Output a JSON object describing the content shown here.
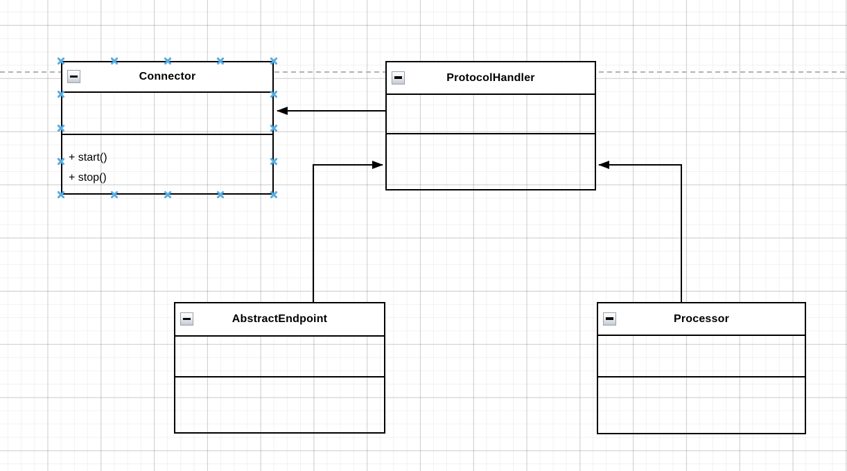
{
  "diagram": {
    "classes": {
      "connector": {
        "title": "Connector",
        "attributes": [],
        "methods": [
          "+ start()",
          "+ stop()"
        ],
        "selected": true
      },
      "protocol_handler": {
        "title": "ProtocolHandler",
        "attributes": [],
        "methods": [],
        "selected": false
      },
      "abstract_endpoint": {
        "title": "AbstractEndpoint",
        "attributes": [],
        "methods": [],
        "selected": false
      },
      "processor": {
        "title": "Processor",
        "attributes": [],
        "methods": [],
        "selected": false
      }
    },
    "edges": [
      {
        "from": "ProtocolHandler",
        "to": "Connector",
        "style": "directed-arrow"
      },
      {
        "from": "AbstractEndpoint",
        "to": "ProtocolHandler",
        "style": "directed-arrow"
      },
      {
        "from": "Processor",
        "to": "ProtocolHandler",
        "style": "directed-arrow"
      }
    ],
    "selection": {
      "selected_class": "Connector"
    },
    "icons": {
      "collapse": "minus-icon"
    },
    "colors": {
      "shape_stroke": "#000000",
      "title_fill": "#ffffff",
      "connection_point": "#57ade4",
      "page_guide": "#b2b2b2"
    }
  }
}
